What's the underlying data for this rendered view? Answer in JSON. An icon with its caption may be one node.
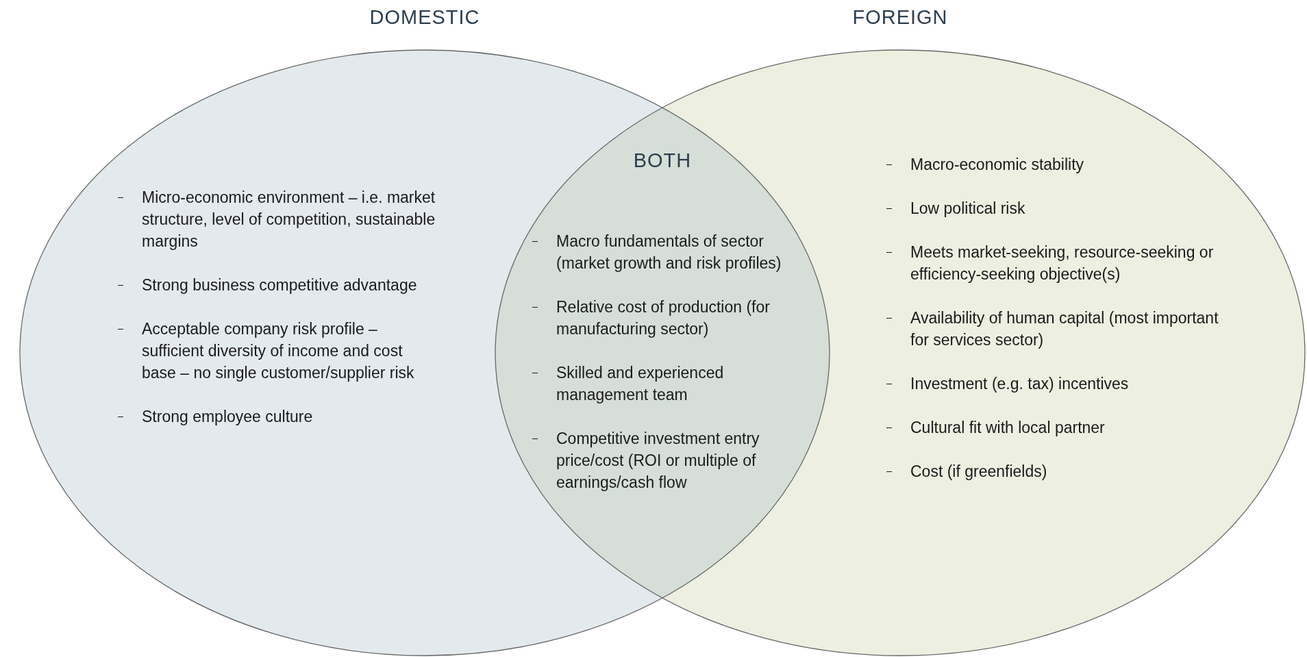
{
  "diagram": {
    "nodes": [
      {
        "text": [
          "DOMESTIC",
          "Micro-economic environment – i.e. market structure, level of competition, sustainable margins",
          "Strong business competitive advantage",
          "Acceptable company risk profile – sufficient diversity of income and cost base – no single customer/supplier risk",
          "Strong employee culture"
        ]
      },
      {
        "text": [
          "FOREIGN",
          "Macro-economic stability",
          "Low political risk",
          "Meets market-seeking, resource-seeking or efficiency-seeking objective(s)",
          "Availability of human capital (most important for services sector)",
          "Investment (e.g. tax) incentives",
          "Cultural fit with local partner",
          "Cost (if greenfields)"
        ]
      },
      {
        "text": [
          "BOTH",
          "Macro fundamentals of sector (market growth and risk profiles)",
          "Relative cost of production (for manufacturing sector)",
          "Skilled and experienced management team",
          "Competitive investment entry price/cost (ROI or multiple of earnings/cash flow"
        ]
      }
    ]
  }
}
